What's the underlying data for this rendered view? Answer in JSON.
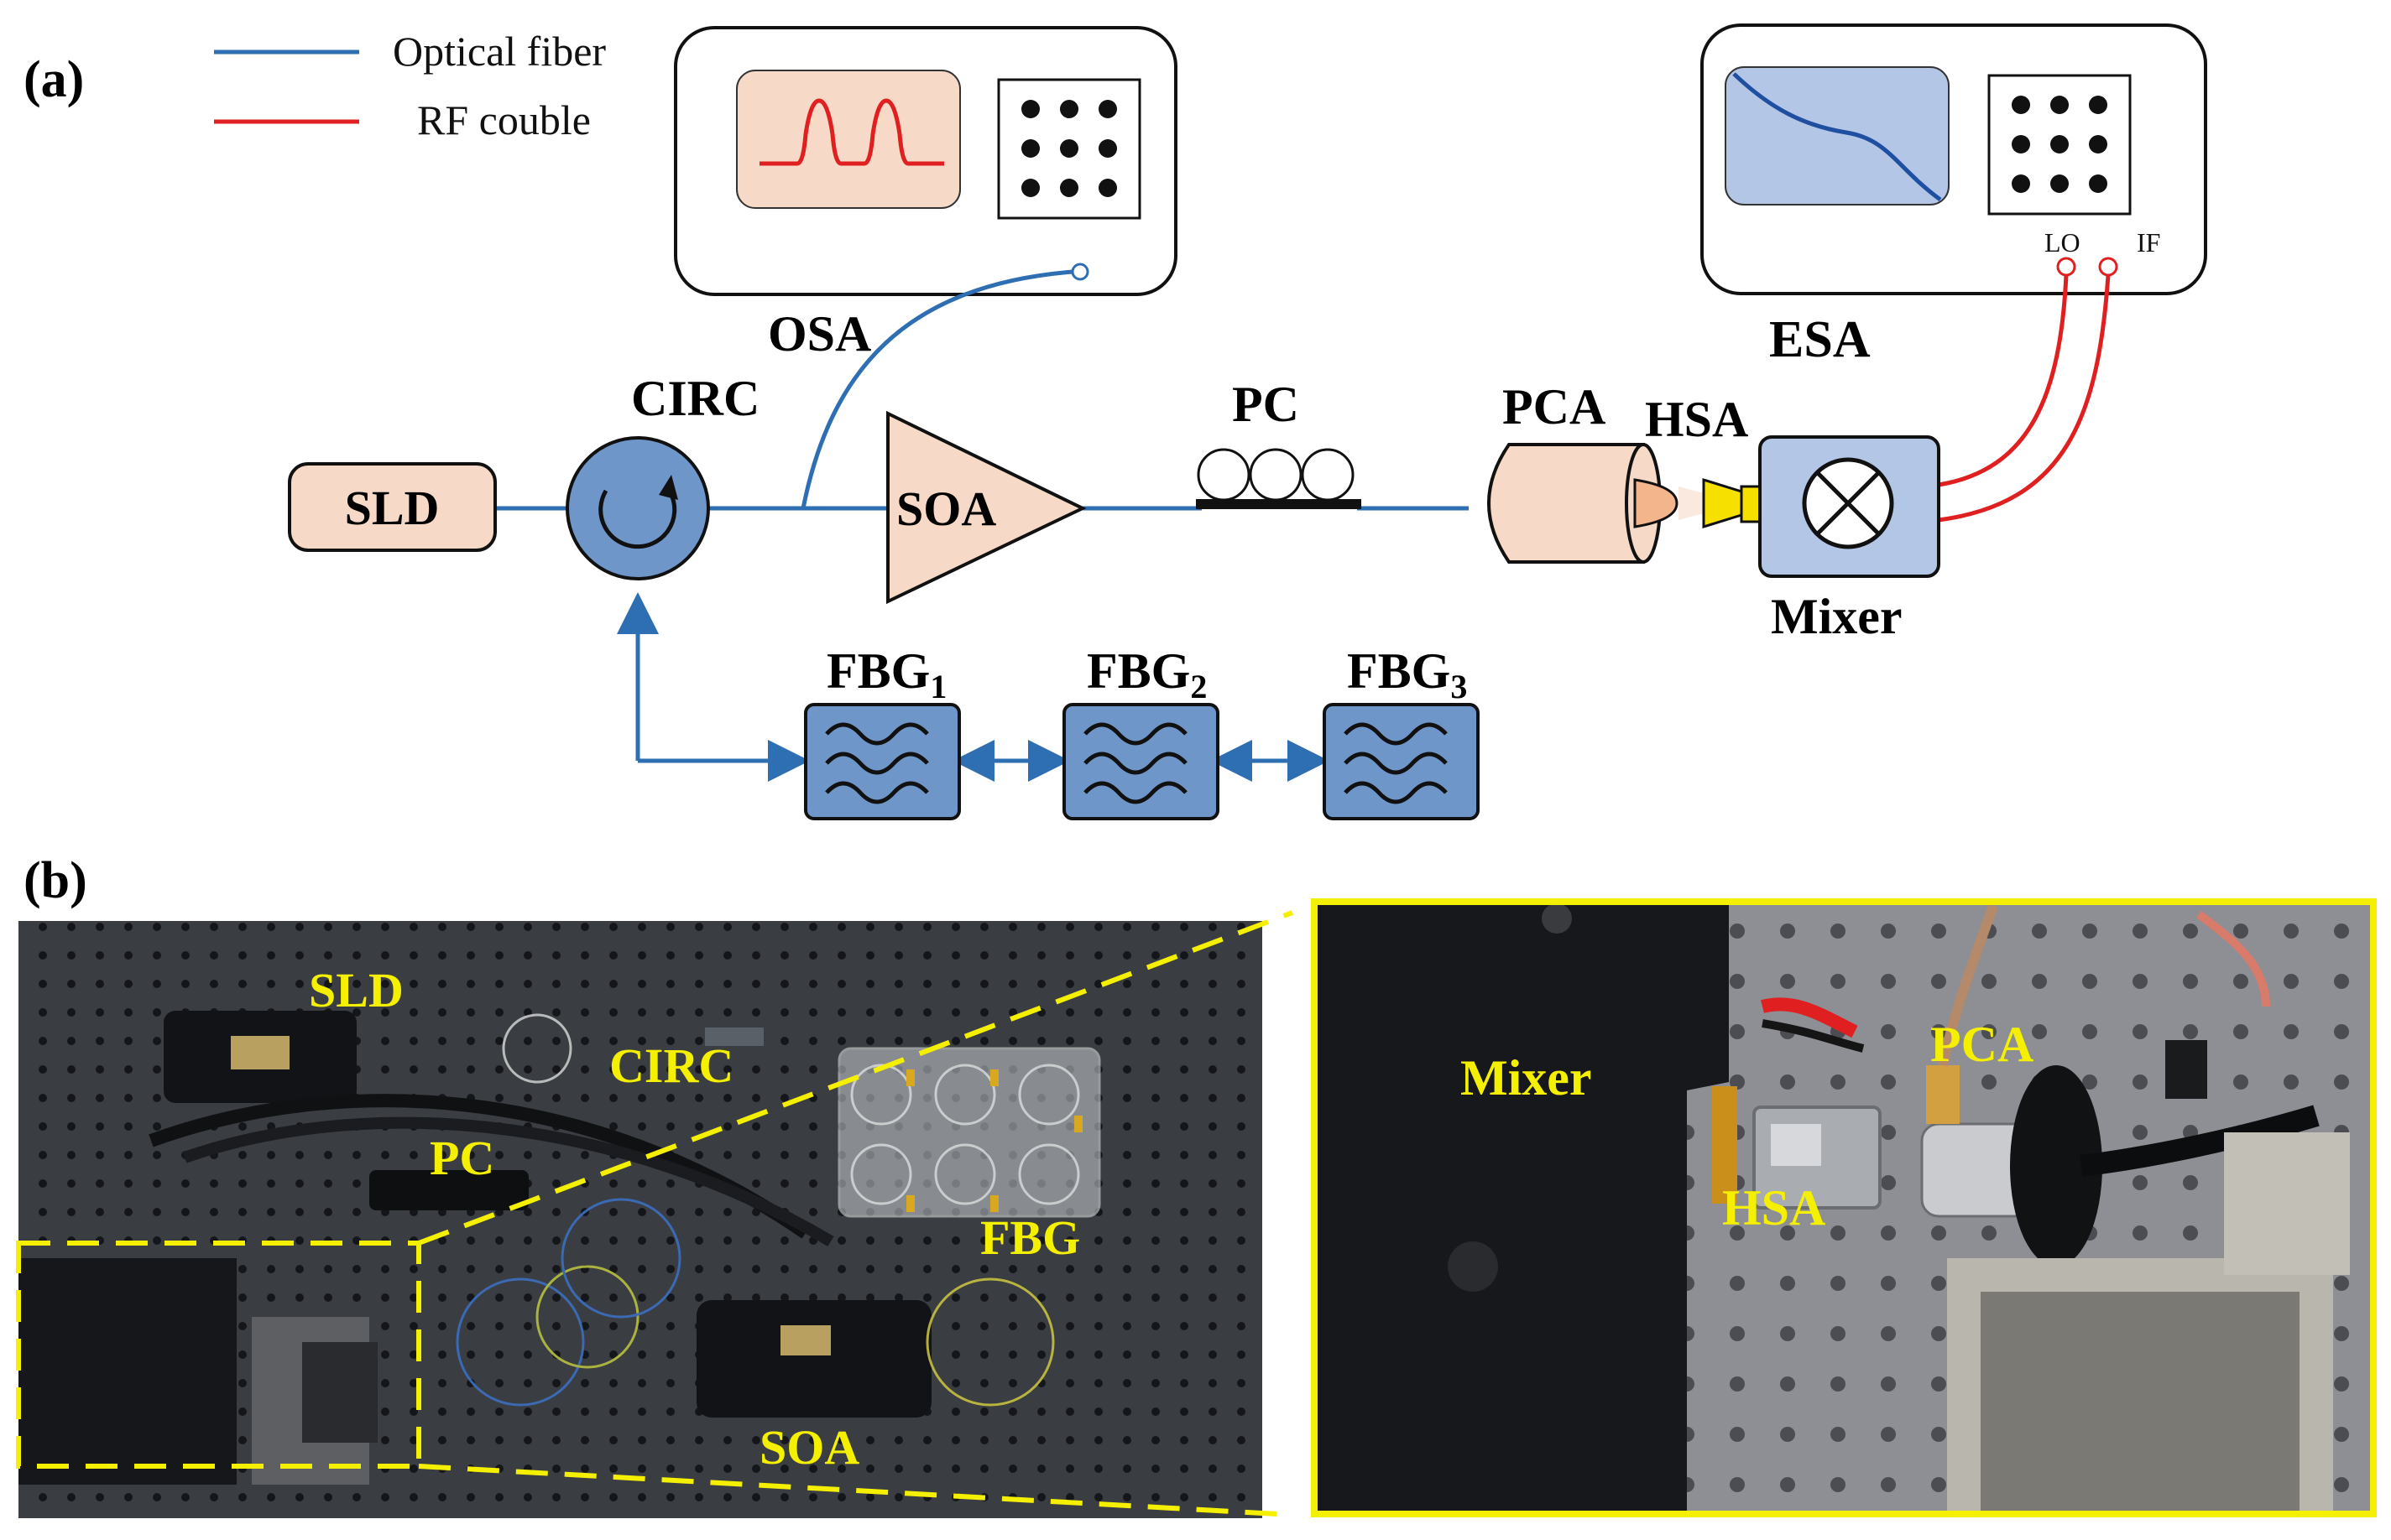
{
  "panels": {
    "a_label": "(a)",
    "b_label": "(b)"
  },
  "legend": {
    "items": [
      {
        "label": "Optical fiber",
        "color": "#2e6eb3"
      },
      {
        "label": "RF couble",
        "color": "#e02020"
      }
    ]
  },
  "components": {
    "sld": "SLD",
    "circ": "CIRC",
    "osa": "OSA",
    "soa": "SOA",
    "pc": "PC",
    "pca": "PCA",
    "hsa": "HSA",
    "mixer": "Mixer",
    "esa": "ESA",
    "lo": "LO",
    "if": "IF"
  },
  "fbg": {
    "prefix": "FBG",
    "subs": [
      "1",
      "2",
      "3"
    ]
  },
  "photo_labels": {
    "left": [
      "SLD",
      "CIRC",
      "PC",
      "FBG",
      "SOA"
    ],
    "right": [
      "Mixer",
      "PCA",
      "HSA"
    ]
  },
  "colors": {
    "fiber": "#2e6eb3",
    "rf": "#e02020",
    "peach": "#f6d9c6",
    "blue_fill": "#6f96c8",
    "esa_screen": "#b3c6e6",
    "highlight": "#f5f000"
  }
}
